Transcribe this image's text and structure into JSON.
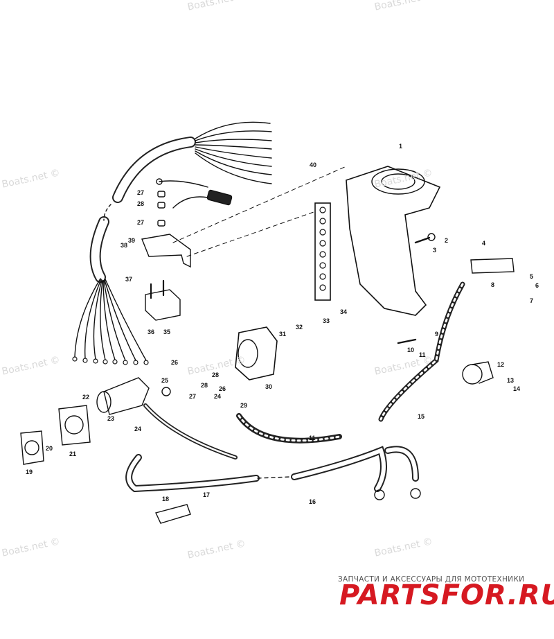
{
  "watermarks": [
    "Boats.net ©",
    "Boats.net ©",
    "Boats.net ©",
    "Boats.net ©",
    "Boats.net ©",
    "Boats.net ©",
    "Boats.net ©",
    "Boats.net ©",
    "Boats.net ©",
    "Boats.net ©"
  ],
  "callouts": [
    "1",
    "2",
    "3",
    "4",
    "5",
    "6",
    "7",
    "8",
    "9",
    "10",
    "11",
    "11",
    "12",
    "13",
    "14",
    "15",
    "16",
    "17",
    "18",
    "19",
    "20",
    "21",
    "22",
    "23",
    "24",
    "24",
    "25",
    "26",
    "26",
    "27",
    "27",
    "27",
    "28",
    "28",
    "28",
    "29",
    "30",
    "31",
    "32",
    "33",
    "34",
    "35",
    "36",
    "37",
    "38",
    "39",
    "40"
  ],
  "footer": {
    "tagline": "ЗАПЧАСТИ И АКСЕССУАРЫ ДЛЯ МОТОТЕХНИКИ",
    "logo": "PARTSFOR.RU"
  }
}
